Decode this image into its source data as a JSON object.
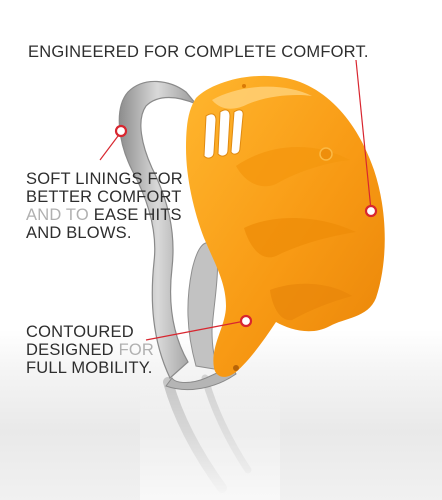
{
  "callouts": {
    "engineered": "ENGINEERED FOR COMPLETE COMFORT.",
    "soft": {
      "line1": "SOFT LININGS FOR",
      "line2": "BETTER COMFORT",
      "line3_light": "AND TO ",
      "line3_dark": "EASE HITS",
      "line4": "AND BLOWS."
    },
    "contoured": {
      "line1": "CONTOURED",
      "line2_dark": "DESIGNED ",
      "line2_light": "FOR",
      "line3": "FULL MOBILITY."
    }
  },
  "colors": {
    "guard_orange": "#f7a11e",
    "frame_silver": "#a9a9a9",
    "text_dark": "#2e2e2e",
    "text_light": "#b0b0b0",
    "leader_red": "#d8262f"
  }
}
